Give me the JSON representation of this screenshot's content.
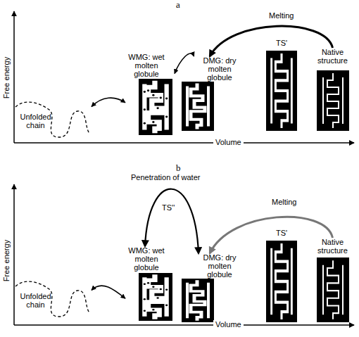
{
  "diagram": {
    "nodes": [
      {
        "text": [
          "Unfolded chain"
        ]
      },
      {
        "text": [
          "WMG: wet molten globule"
        ]
      },
      {
        "text": [
          "DMG: dry molten globule"
        ]
      },
      {
        "text": [
          "TS'"
        ]
      },
      {
        "text": [
          "Native structure"
        ]
      },
      {
        "text": [
          "Unfolded chain"
        ]
      },
      {
        "text": [
          "WMG: wet molten globule"
        ]
      },
      {
        "text": [
          "DMG: dry molten globule"
        ]
      },
      {
        "text": [
          "TS'"
        ]
      },
      {
        "text": [
          "Native structure"
        ]
      }
    ],
    "edges": [
      {
        "from": 4,
        "to": 2,
        "arrow": "to",
        "label": "Melting"
      },
      {
        "from": 1,
        "to": 2,
        "arrow": "both"
      },
      {
        "from": 0,
        "to": 1,
        "arrow": "both"
      },
      {
        "from": 9,
        "to": 7,
        "arrow": "to",
        "label": "Melting"
      },
      {
        "from": 6,
        "to": 7,
        "arrow": "both",
        "label": "Penetration of water"
      },
      {
        "from": 5,
        "to": 6,
        "arrow": "both"
      }
    ],
    "labels": [
      "a",
      "Free energy",
      "Volume",
      "b",
      "TS''",
      "Free energy",
      "Volume"
    ]
  }
}
